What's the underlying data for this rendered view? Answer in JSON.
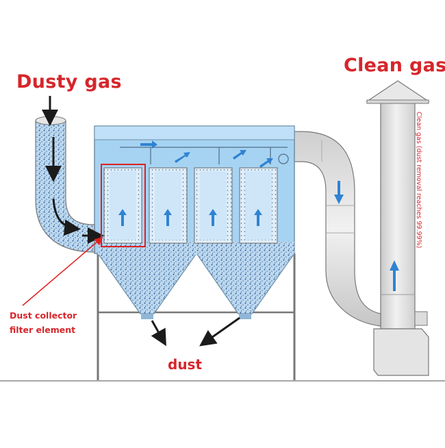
{
  "labels": {
    "dusty_gas": "Dusty gas",
    "clean_gas": "Clean gas",
    "clean_gas_side": "Clean gas (dust removal reaches 99.99%)",
    "filter_line1": "Dust collector",
    "filter_line2": "filter element",
    "dust": "dust"
  },
  "colors": {
    "label_red": "#d6262b",
    "housing_blue": "#9fcdf0",
    "arrow_blue": "#2f83d2",
    "pipe_gray": "#e2e2e2",
    "outline": "#6a6a6a"
  }
}
